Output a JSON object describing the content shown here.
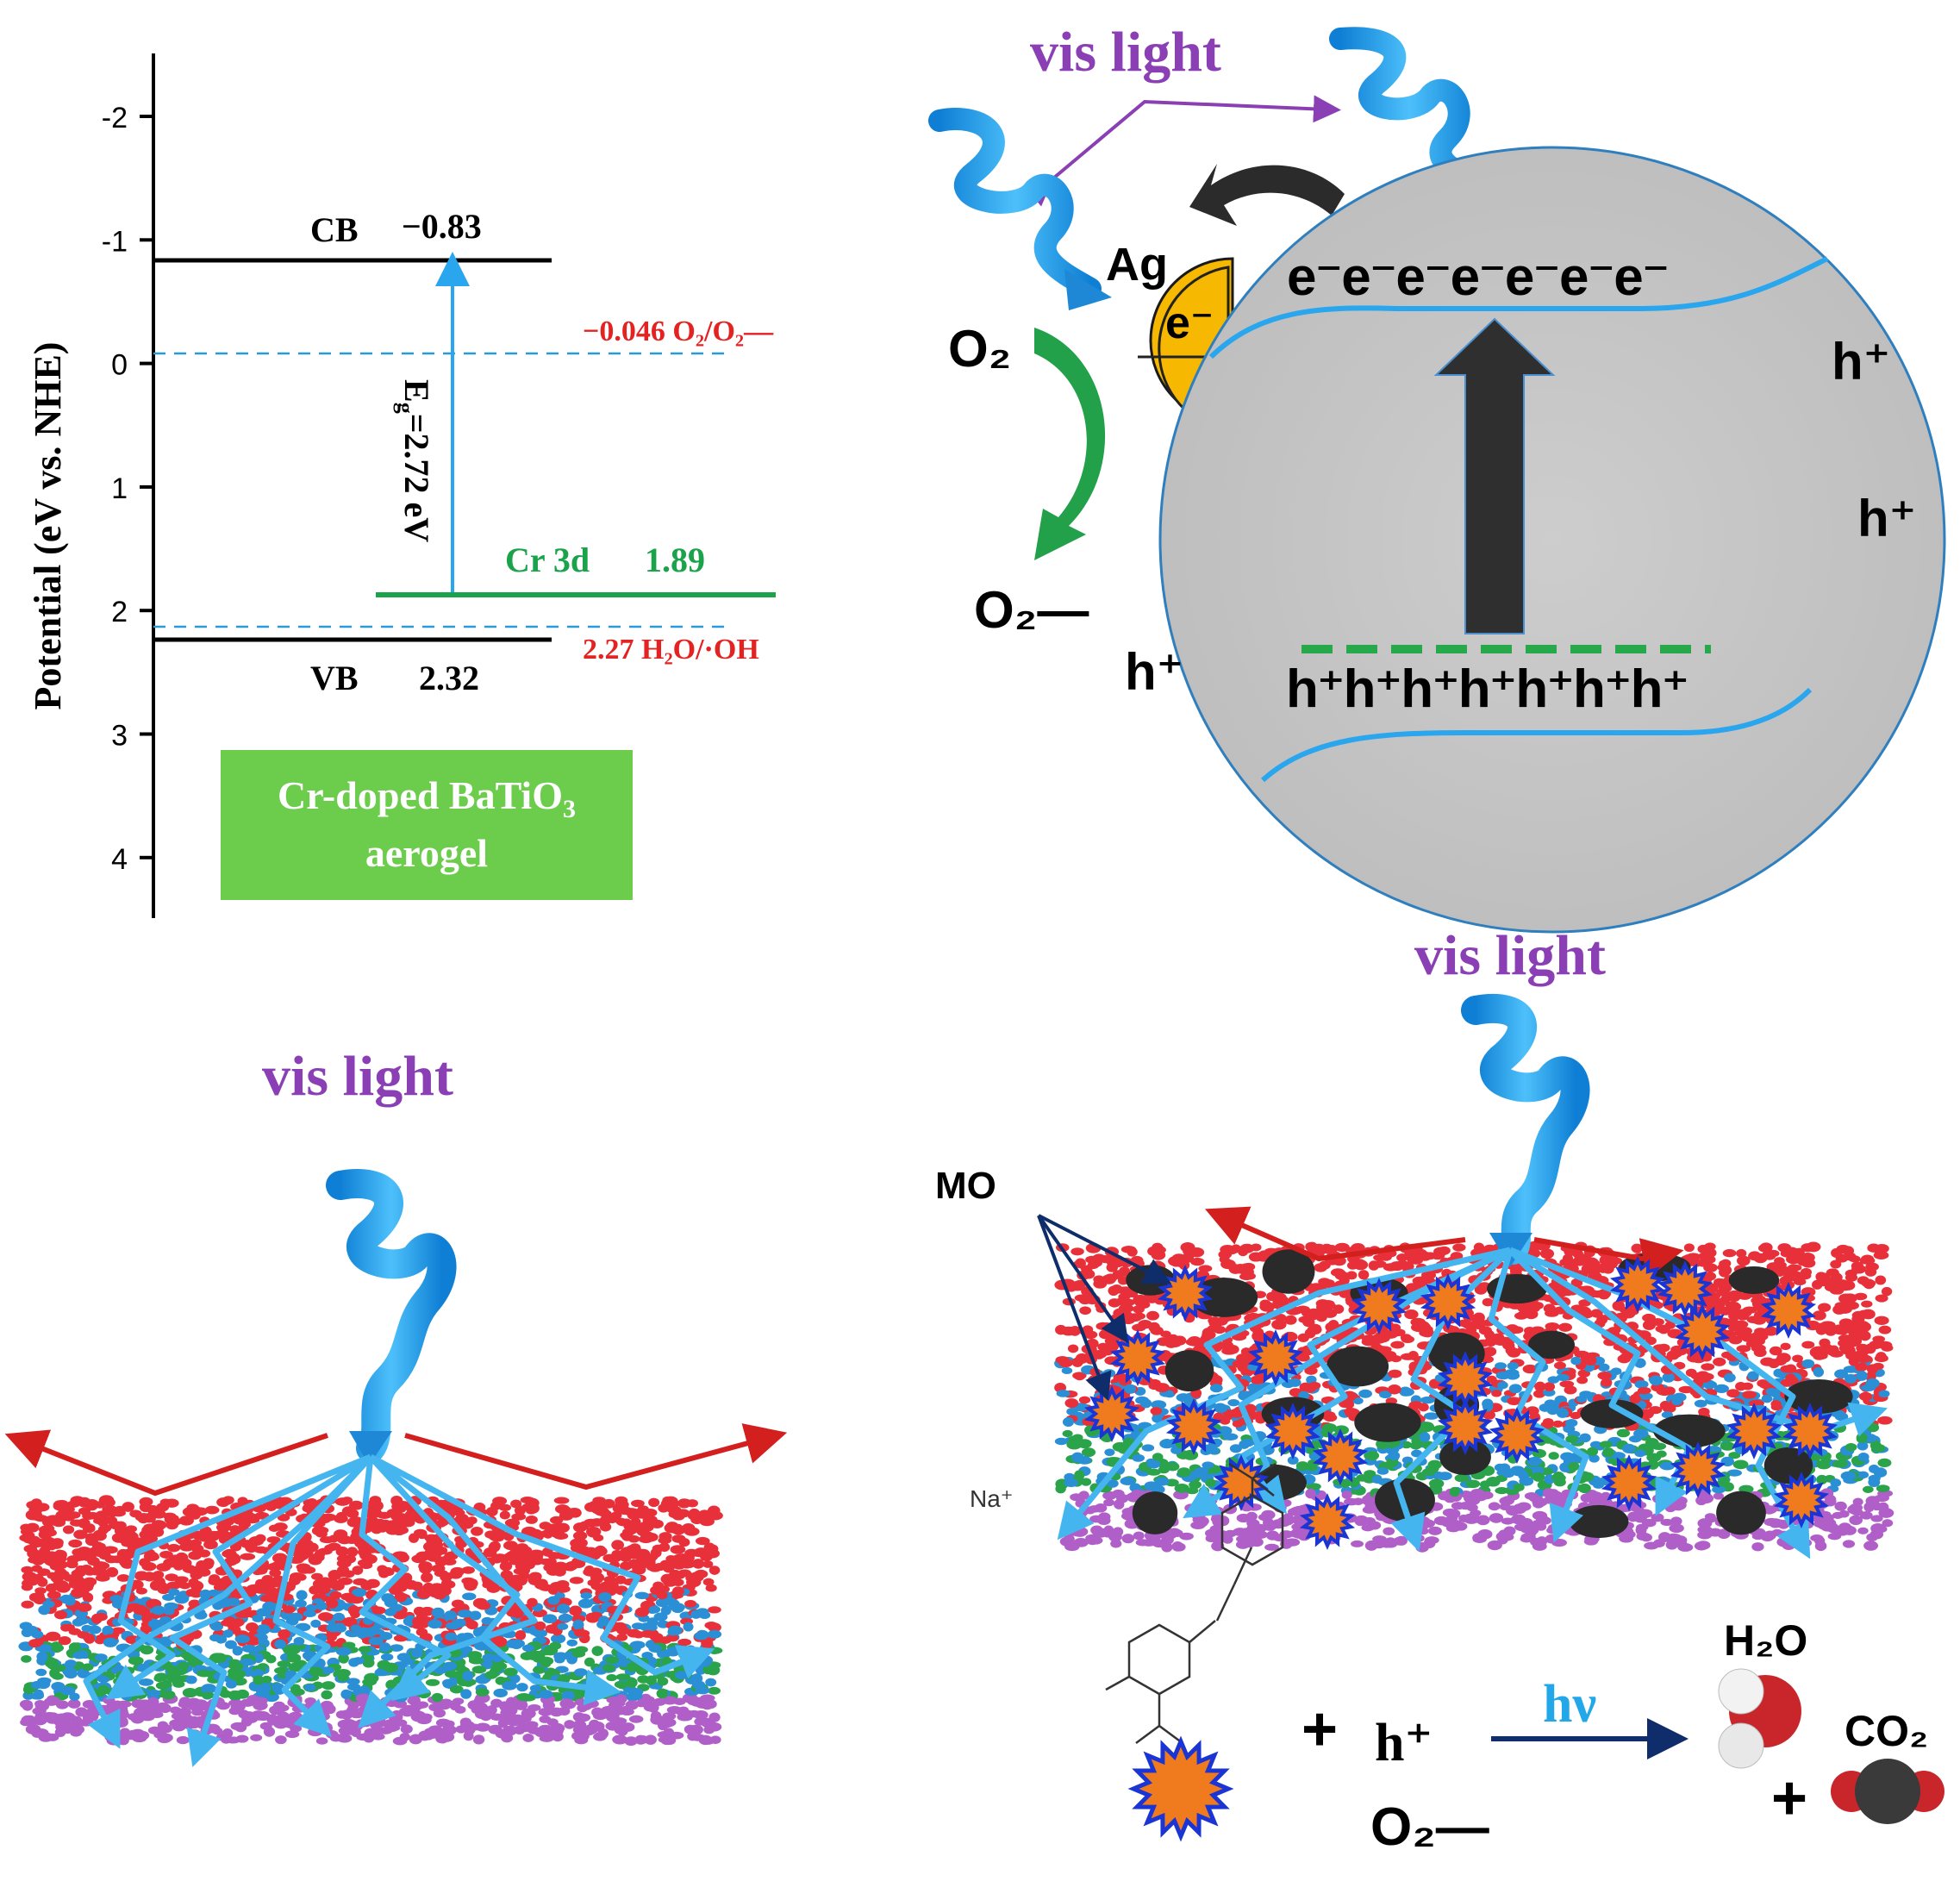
{
  "energy_diagram": {
    "y_axis_label": "Potential (eV vs. NHE)",
    "ticks": [
      "-2",
      "-1",
      "0",
      "1",
      "2",
      "3",
      "4"
    ],
    "cb": {
      "label": "CB",
      "value": "−0.83",
      "potential": -0.83
    },
    "vb": {
      "label": "VB",
      "value": "2.32",
      "potential": 2.32
    },
    "cr3d": {
      "label": "Cr 3d",
      "value": "1.89",
      "potential": 1.89,
      "color": "#1aa34a"
    },
    "o2_level": {
      "text": "−0.046 O₂/O₂—",
      "potential": -0.046,
      "color": "#e32222"
    },
    "h2o_level": {
      "text": "2.27 H₂O/·OH",
      "potential": 2.27,
      "color": "#e32222"
    },
    "bandgap": {
      "E": "E",
      "sub": "g",
      "rest": "=2.72 eV"
    },
    "material": {
      "line1_main": "Cr-doped BaTiO",
      "line1_sub": "3",
      "line2": "aerogel",
      "bg": "#6ccc4c"
    }
  },
  "mechanism": {
    "vis_light": "vis light",
    "ag": "Ag",
    "e_minus_ag": "e⁻",
    "electrons": "e⁻e⁻e⁻e⁻e⁻e⁻e⁻",
    "holes": "h⁺h⁺h⁺h⁺h⁺h⁺h⁺",
    "o2": "O₂",
    "o2_radical": "O₂—",
    "h_plus_right_1": "h⁺",
    "h_plus_right_2": "h⁺",
    "h_plus_left": "h⁺",
    "colors": {
      "light": "#2aa6ee",
      "violet": "#8a3fb5",
      "sphere": "#c6c6c6",
      "ag": "#f6b800"
    }
  },
  "aerogel_left": {
    "vis_light": "vis light"
  },
  "aerogel_right": {
    "vis_light": "vis light",
    "mo_label": "MO"
  },
  "reaction": {
    "na": "Na⁺",
    "plus_1": "+",
    "h_plus": "h⁺",
    "o2_radical": "O₂—",
    "hv": "hν",
    "h2o": "H₂O",
    "plus_2": "+",
    "co2": "CO₂",
    "colors": {
      "hv": "#22a8e8",
      "arrow": "#0f2d6b"
    }
  }
}
